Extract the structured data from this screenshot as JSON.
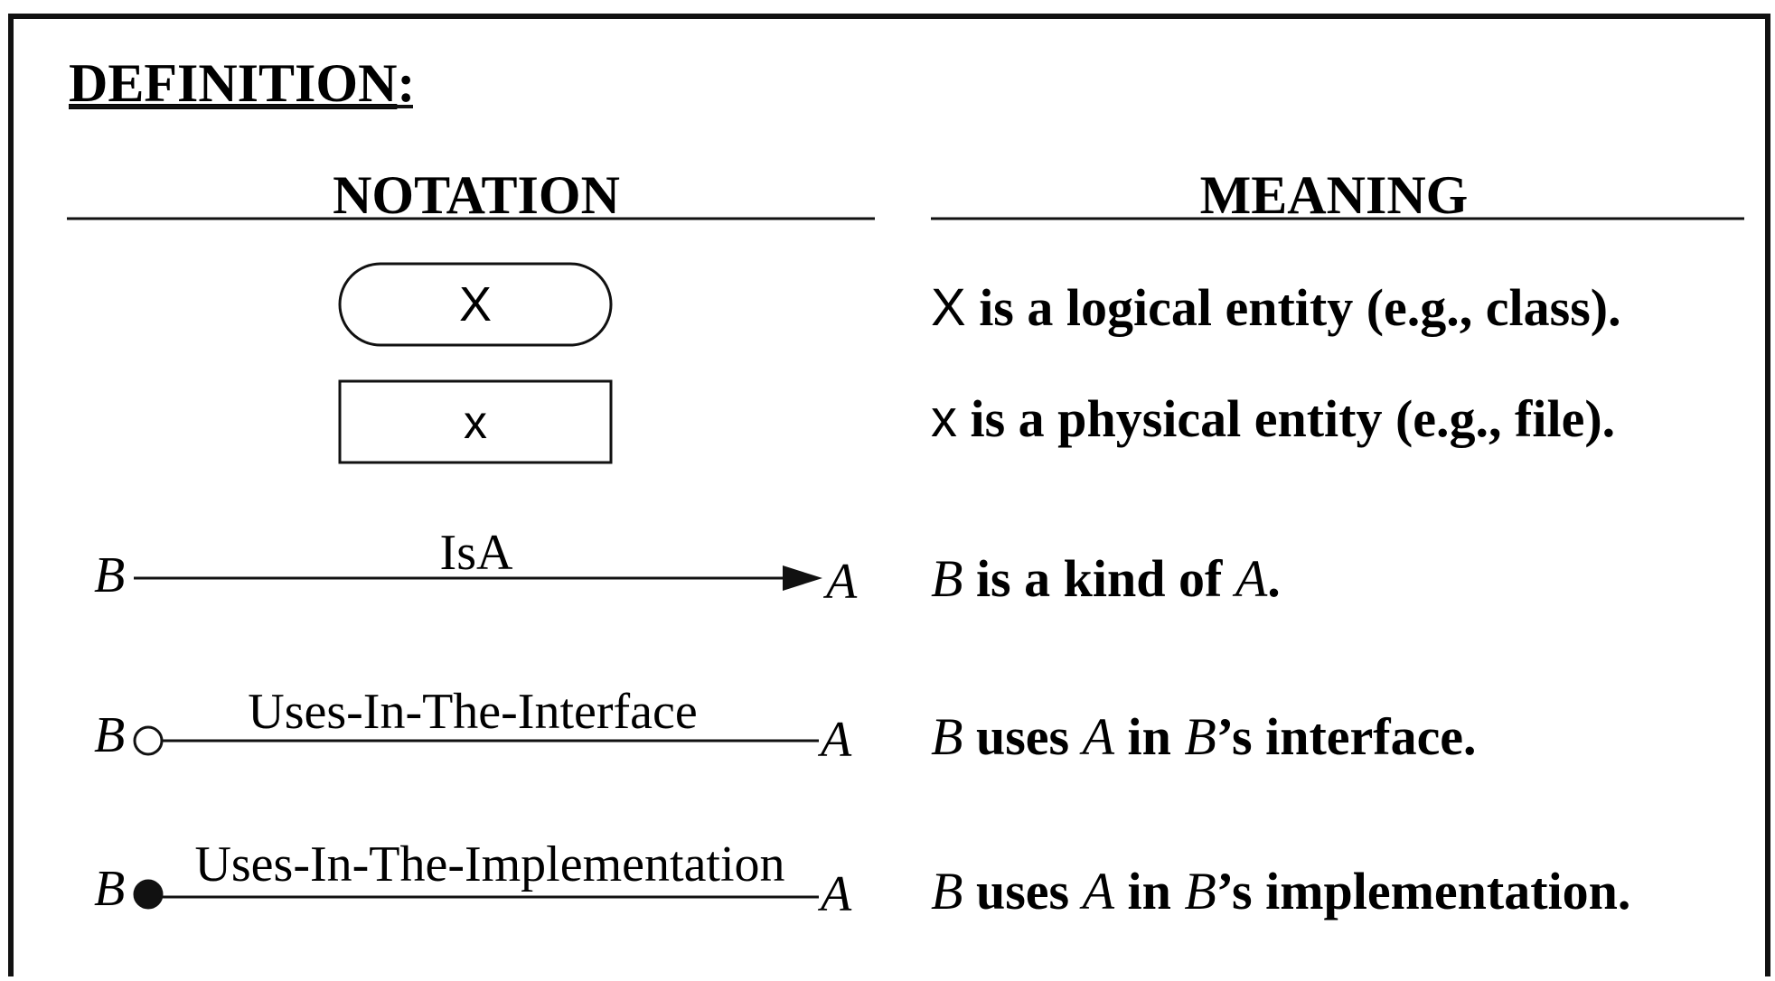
{
  "definition_heading": "DEFINITION",
  "definition_colon": ":",
  "columns": {
    "notation": "NOTATION",
    "meaning": "MEANING"
  },
  "logical_entity": {
    "symbol": "X",
    "meaning_symbol": "X",
    "meaning_text": " is a logical entity (e.g., class)."
  },
  "physical_entity": {
    "symbol": "x",
    "meaning_symbol": "x",
    "meaning_text": " is a physical entity (e.g., file)."
  },
  "isa": {
    "label": "IsA",
    "from": "B",
    "to": "A",
    "meaning": {
      "b": "B",
      "t1": " is a kind of ",
      "a": "A",
      "t2": "."
    }
  },
  "uses_interface": {
    "label": "Uses-In-The-Interface",
    "from": "B",
    "to": "A",
    "meaning": {
      "b": "B",
      "t1": " uses ",
      "a": "A",
      "t2": " in ",
      "b2": "B",
      "t3": "’s interface."
    }
  },
  "uses_implementation": {
    "label": "Uses-In-The-Implementation",
    "from": "B",
    "to": "A",
    "meaning": {
      "b": "B",
      "t1": " uses ",
      "a": "A",
      "t2": " in ",
      "b2": "B",
      "t3": "’s implementation."
    }
  },
  "colors": {
    "ink": "#111111",
    "background": "#ffffff"
  }
}
